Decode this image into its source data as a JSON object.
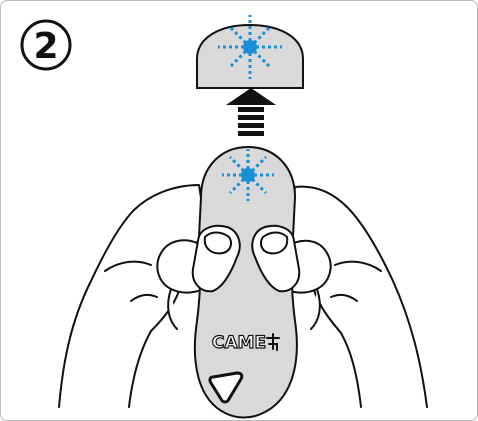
{
  "step": {
    "number": "2"
  },
  "remote": {
    "brand": "CAME"
  },
  "colors": {
    "led": "#1a8fd6",
    "remote_fill": "#d9d9d9",
    "outline": "#111111",
    "frame_border": "#bdbdbd"
  },
  "icons": [
    "step-number-circle",
    "led-blink-icon",
    "push-up-arrow-icon",
    "came-logo-icon",
    "keyring-hole-icon"
  ]
}
